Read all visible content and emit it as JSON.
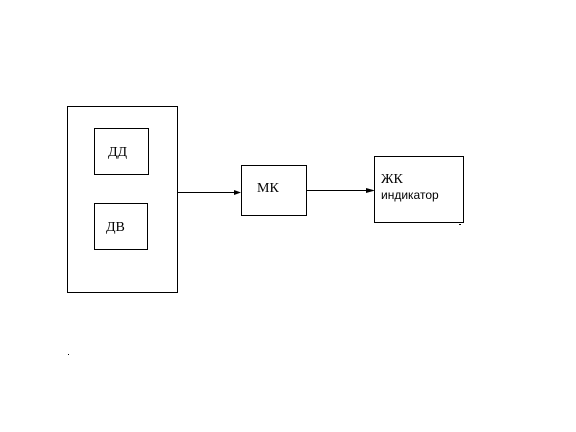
{
  "diagram": {
    "sensor_group": {
      "pressure_sensor_label": "ДД",
      "water_sensor_label": "ДВ"
    },
    "microcontroller_label": "МК",
    "lcd_indicator": {
      "line1": "ЖК",
      "line2": "индикатор"
    }
  }
}
